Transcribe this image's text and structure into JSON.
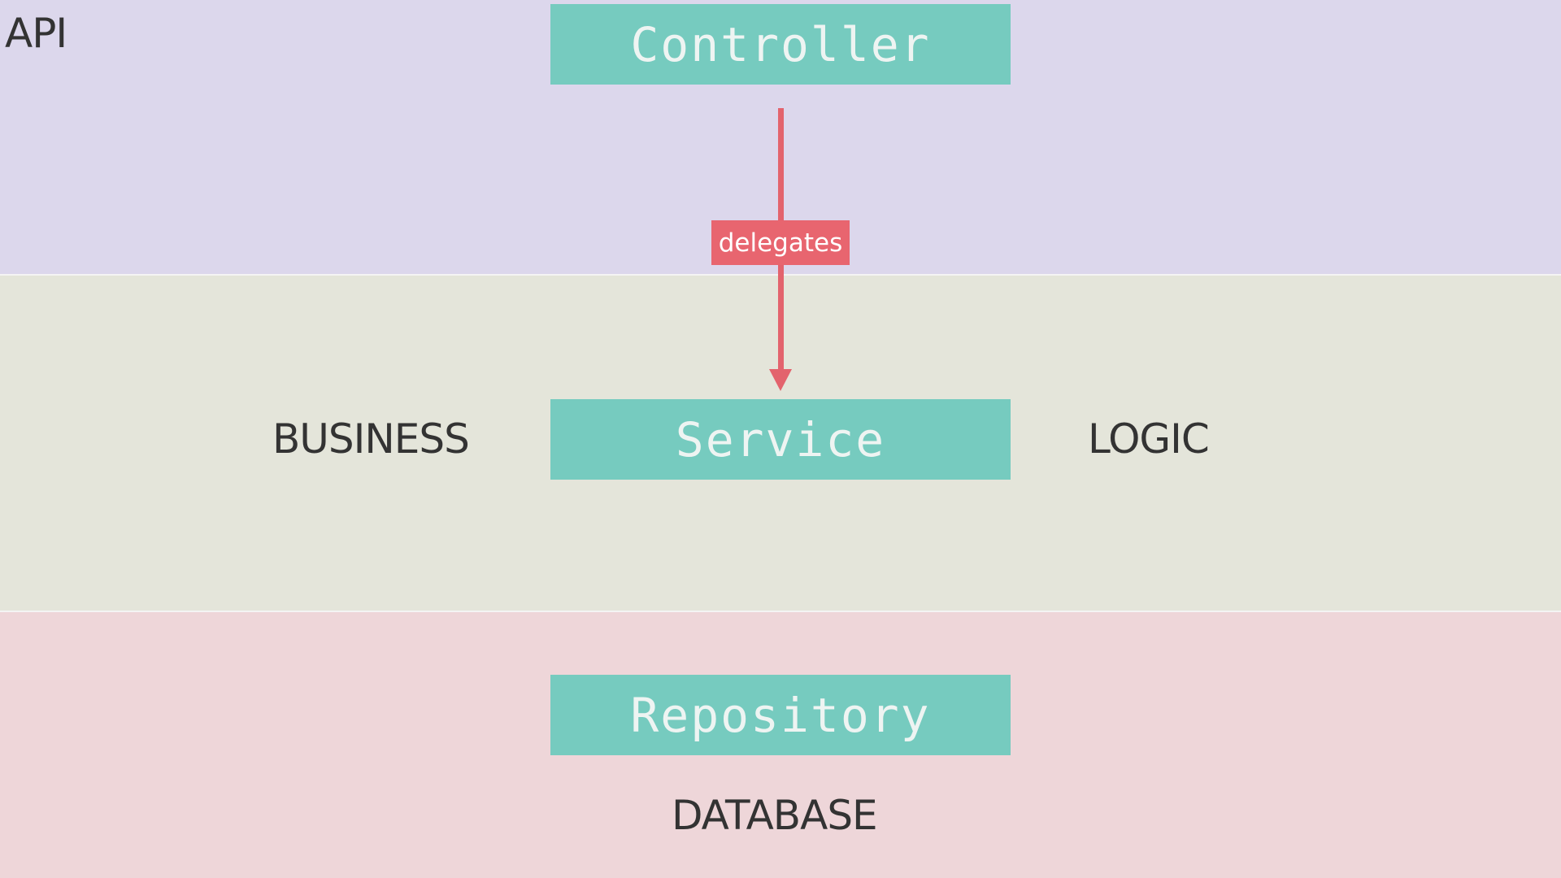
{
  "colors": {
    "api_band": "#dcd7ec",
    "business_band": "#e4e5da",
    "database_band": "#eed6d9",
    "component_fill": "#76cbbf",
    "component_text": "#eef4f2",
    "arrow": "#e3636d",
    "edge_label_fill": "#e8656f",
    "edge_label_text": "#ffffff",
    "layer_text": "#333333",
    "band_divider": "#f4f4f4"
  },
  "layers": {
    "api": "API",
    "business": "BUSINESS",
    "logic": "LOGIC",
    "database": "DATABASE"
  },
  "components": {
    "controller": "Controller",
    "service": "Service",
    "repository": "Repository"
  },
  "edges": {
    "delegates": "delegates"
  }
}
